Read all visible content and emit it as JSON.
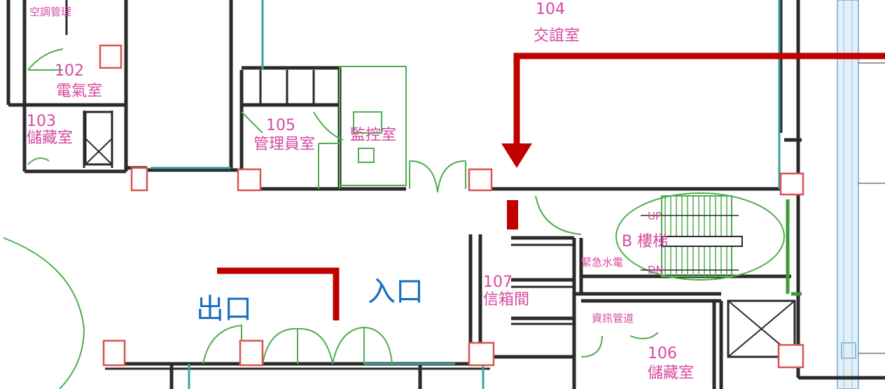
{
  "rooms": {
    "r_top_left": "空調管理",
    "r102_num": "102",
    "r102_name": "電氣室",
    "r103_num": "103",
    "r103_name": "儲藏室",
    "r104_num": "104",
    "r104_name": "交誼室",
    "r105_num": "105",
    "r105_name": "管理員室",
    "monitor": "監控室",
    "stairs": "B 樓梯",
    "stairs_tag": "緊急水電",
    "r107_num": "107",
    "r107_name": "信箱間",
    "info": "資訊管道",
    "r106_num": "106",
    "r106_name": "儲藏室",
    "up": "UP",
    "dn": "DN"
  },
  "labels": {
    "exit": "出口",
    "entrance": "入口"
  },
  "colors": {
    "route": "#c00000",
    "label": "#1a6fc0",
    "room_text": "#d64aa0",
    "wall": "#2a2a2a",
    "door": "#4fae4f",
    "column": "#d9534f"
  }
}
